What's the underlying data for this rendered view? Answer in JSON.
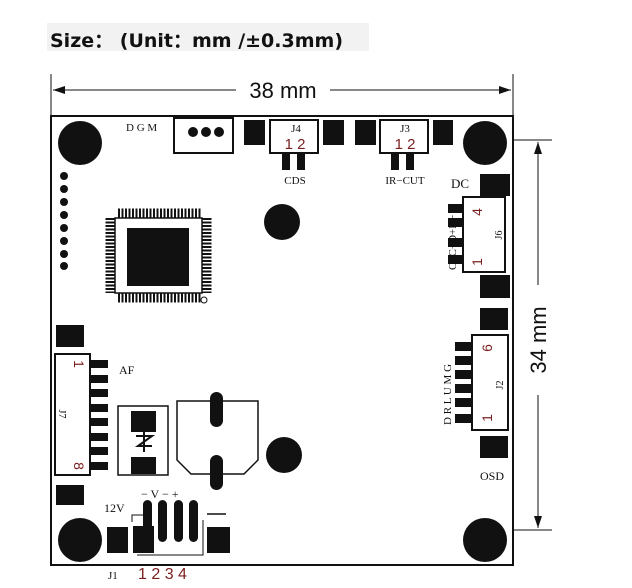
{
  "title": "Size： (Unit：mm /±0.3mm)",
  "dimensions": {
    "width": "38 mm",
    "height": "34 mm"
  },
  "labels": {
    "dgm": "D G M",
    "j4": "J4",
    "j4_pins": "1 2",
    "cds": "CDS",
    "j3": "J3",
    "j3_pins": "1 2",
    "ircut": "IR−CUT",
    "dc": "DC",
    "j6": "J6",
    "j6_pin_hi": "4",
    "j6_pin_lo": "1",
    "j6_signals": "C+C−D+D−",
    "j2": "J2",
    "j2_pin_hi": "6",
    "j2_pin_lo": "1",
    "j2_signals": "D R L U M G",
    "osd": "OSD",
    "j7": "J7",
    "j7_pin_first": "1",
    "j7_pin_last": "8",
    "af": "AF",
    "v12": "12V",
    "j1_signals": "− V − +",
    "j1": "J1",
    "j1_pins": "1 2 3 4"
  },
  "colors": {
    "ink": "#111111",
    "pin_number": "#7a1f1f"
  }
}
